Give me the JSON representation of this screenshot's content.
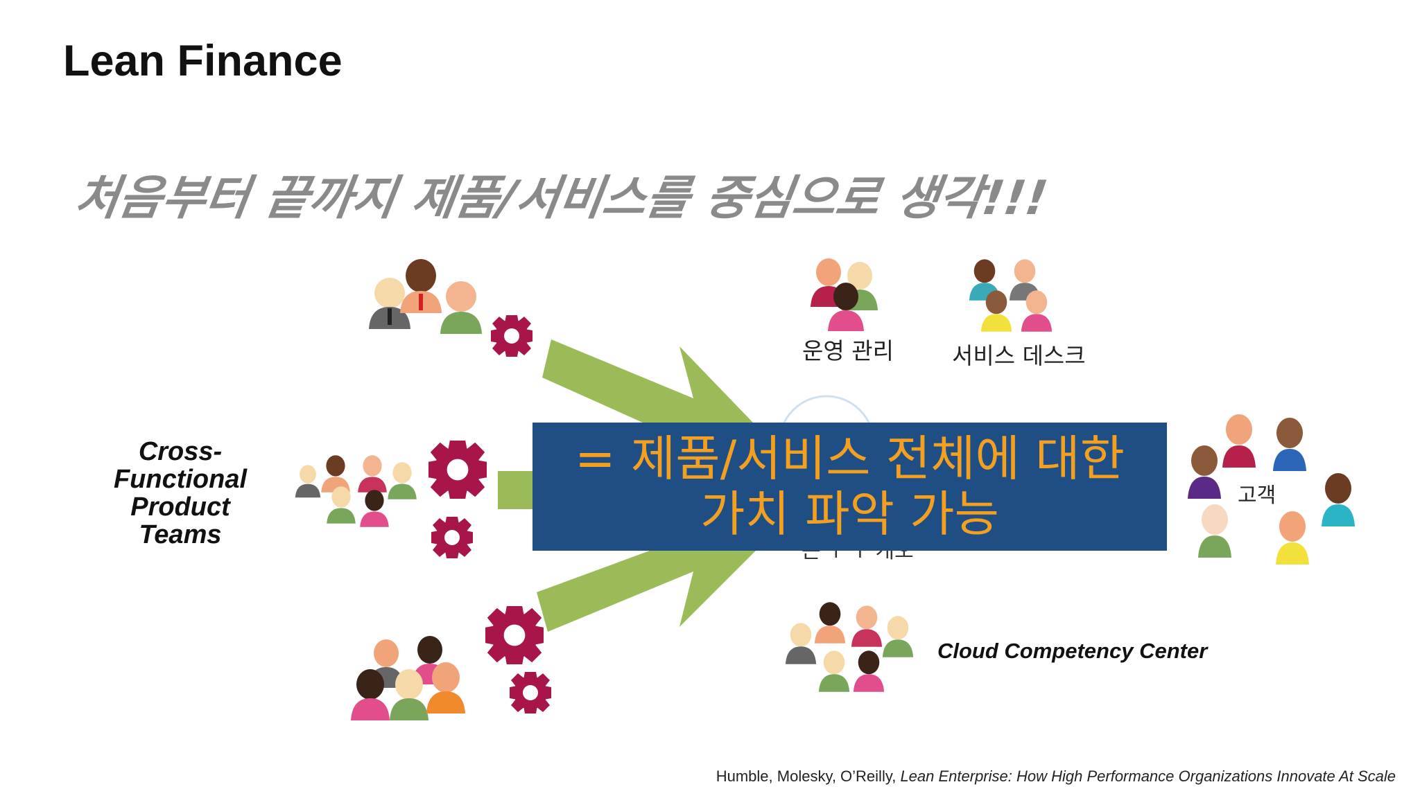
{
  "slide": {
    "title": "Lean Finance",
    "subtitle": "처음부터 끝까지 제품/서비스를 중심으로 생각!!!"
  },
  "labels": {
    "cross_functional": [
      "Cross-",
      "Functional",
      "Product",
      "Teams"
    ],
    "operations": "운영 관리",
    "service_desk": "서비스 데스크",
    "customer": "고객",
    "partial_hidden": "는 ↑ ↑ 개오",
    "cloud_center": "Cloud Competency Center"
  },
  "banner": {
    "line1": "= 제품/서비스 전체에 대한",
    "line2": "가치 파악 가능"
  },
  "citation": {
    "authors": "Humble, Molesky, O’Reilly,",
    "book": "Lean Enterprise: How High Performance Organizations Innovate At Scale"
  },
  "icons": {
    "people": "person-group-icon",
    "gear": "gear-icon",
    "arrow": "arrow-icon"
  },
  "colors": {
    "arrow": "#9bbb59",
    "gear": "#a8154a",
    "banner_bg": "#1f4e85",
    "banner_text": "#f3a021"
  }
}
